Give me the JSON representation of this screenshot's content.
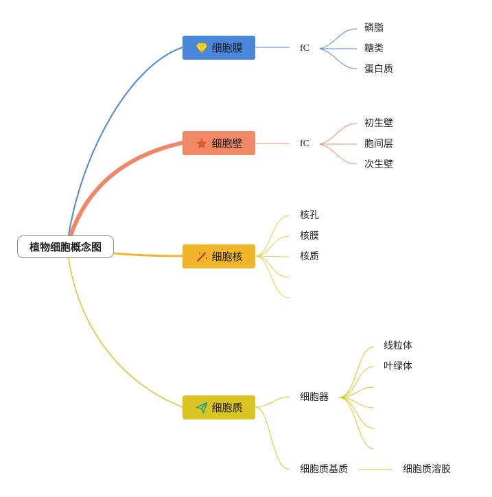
{
  "root": {
    "label": "植物细胞概念图"
  },
  "branches": [
    {
      "label": "细胞膜",
      "icon": "diamond-icon",
      "color": "#4a86d9",
      "hub": "fC",
      "children": [
        "磷脂",
        "糖类",
        "蛋白质"
      ]
    },
    {
      "label": "细胞壁",
      "icon": "star-icon",
      "color": "#f08868",
      "hub": "fC",
      "children": [
        "初生壁",
        "胞间层",
        "次生壁"
      ]
    },
    {
      "label": "细胞核",
      "icon": "magic-wand-icon",
      "color": "#f2b52a",
      "children": [
        "核孔",
        "核膜",
        "核质",
        "",
        ""
      ]
    },
    {
      "label": "细胞质",
      "icon": "paper-plane-icon",
      "color": "#d9c422",
      "children": [
        {
          "label": "细胞器",
          "children": [
            "线粒体",
            "叶绿体",
            "",
            "",
            "",
            ""
          ]
        },
        {
          "label": "细胞质基质",
          "children": [
            "细胞质溶胶"
          ]
        }
      ]
    }
  ]
}
